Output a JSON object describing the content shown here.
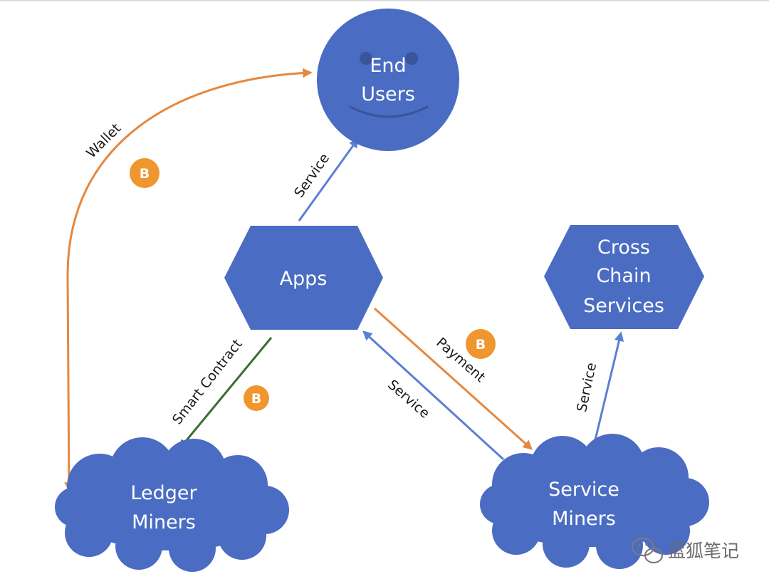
{
  "colors": {
    "node_fill": "#4a6cc2",
    "blue_arrow": "#5b7fd6",
    "orange_arrow": "#e5883f",
    "green_arrow": "#3c6e33",
    "coin": "#f0962f",
    "top_border": "#dcdcdc"
  },
  "nodes": {
    "end_users": {
      "shape": "circle-with-smile",
      "lines": [
        "End",
        "Users"
      ]
    },
    "apps": {
      "shape": "hexagon",
      "lines": [
        "Apps"
      ]
    },
    "cross_chain": {
      "shape": "hexagon",
      "lines": [
        "Cross",
        "Chain",
        "Services"
      ]
    },
    "ledger_miners": {
      "shape": "cloud",
      "lines": [
        "Ledger",
        "Miners"
      ]
    },
    "service_miners": {
      "shape": "cloud",
      "lines": [
        "Service",
        "Miners"
      ]
    }
  },
  "edges": [
    {
      "id": "wallet",
      "from": "ledger_miners",
      "to": "end_users",
      "label": "Wallet",
      "color": "orange_arrow"
    },
    {
      "id": "apps-to-users",
      "from": "apps",
      "to": "end_users",
      "label": "Service",
      "color": "blue_arrow"
    },
    {
      "id": "smart-contract",
      "from": "apps",
      "to": "ledger_miners",
      "label": "Smart Contract",
      "color": "green_arrow"
    },
    {
      "id": "payment",
      "from": "apps",
      "to": "service_miners",
      "label": "Payment",
      "color": "orange_arrow"
    },
    {
      "id": "miners-to-apps",
      "from": "service_miners",
      "to": "apps",
      "label": "Service",
      "color": "blue_arrow"
    },
    {
      "id": "miners-to-cross",
      "from": "service_miners",
      "to": "cross_chain",
      "label": "Service",
      "color": "blue_arrow"
    }
  ],
  "coin_icon": {
    "name": "bitcoin-coin-icon",
    "glyph": "B",
    "count": 3
  },
  "watermark": {
    "icon": "wechat-icon",
    "text": "蓝狐笔记"
  }
}
